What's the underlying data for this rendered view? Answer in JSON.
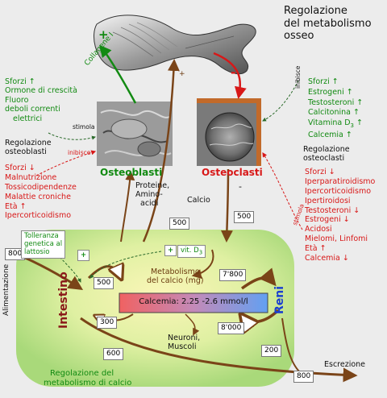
{
  "title_lines": [
    "Regolazione",
    "del metabolismo",
    "osseo"
  ],
  "labels": {
    "collagene": "Collagene I",
    "plus_osteoblast_bone": "+",
    "minus_osteoclast_bone": "-",
    "plus_small_bone": "+",
    "osteoblasti": "Osteoblasti",
    "osteoclasti": "Osteoclasti",
    "stimola_left": "stimola",
    "inibisce_left": "inibisce",
    "inibisce_right": "inibisce",
    "stimola_right": "stimola",
    "proteine_lines": [
      "Proteine,",
      "Amino-",
      "acidi"
    ],
    "calcio": "Calcio",
    "minus_osteoclast_flow": "-",
    "metabolismo_lines": [
      "Metabolismo",
      "del calcio (mg)"
    ],
    "calcemia": "Calcemia: 2.25 -2.6 mmol/l",
    "intestino": "Intestino",
    "reni": "Reni",
    "neuroni_lines": [
      "Neuroni,",
      "Muscoli"
    ],
    "alimentazione": "Alimentazione",
    "escrezione": "Escrezione",
    "tolleranza_lines": [
      "Tolleranza",
      "genetica al",
      "lattosio"
    ],
    "plus_tolleranza": "+",
    "plus_vit": "+",
    "vit_d3_prefix": "vit. D",
    "vit_d3_sub": "3",
    "regolazione_calcio_lines": [
      "Regolazione del",
      "metabolismo di calcio"
    ]
  },
  "left_green_list": [
    "Sforzi ↑",
    "Ormone di crescità",
    "Fluoro",
    "deboli correnti",
    "elettrici"
  ],
  "left_black_head": [
    "Regolazione",
    "osteoblasti"
  ],
  "left_red_list": [
    "Sforzi ↓",
    "Malnutrizione",
    "Tossicodipendenze",
    "Malattie croniche",
    "Età ↑",
    "Ipercorticoidismo"
  ],
  "right_green_list": [
    "Sforzi ↑",
    "Estrogeni ↑",
    "Testosteroni ↑",
    "Calcitonina ↑",
    "Calcemia ↑"
  ],
  "right_vitd": {
    "prefix": "Vitamina D",
    "sub": "3",
    "suffix": " ↑"
  },
  "right_black_head": [
    "Regolazione",
    "osteoclasti"
  ],
  "right_red_list": [
    "Sforzi ↓",
    "Iperparatiroidismo",
    "Ipercorticoidismo",
    "Ipertiroidosi",
    "Testosteroni ↓",
    "Estrogeni ↓",
    "Acidosi",
    "Mielomi, Linfomi",
    "Età ↑",
    "Calcemia ↓"
  ],
  "numbers": {
    "n800_in": "800",
    "n500_left": "500",
    "n500_calcio": "500",
    "n500_right": "500",
    "n300": "300",
    "n600": "600",
    "n7800": "7'800",
    "n8000": "8'000",
    "n200": "200",
    "n800_out": "800"
  },
  "colors": {
    "green": "#128a12",
    "red": "#d81818",
    "brown": "#7a4418",
    "zone_green": "#b9e28a",
    "zone_yellow": "#f5efa6",
    "calcemia_left": "#f06a6a",
    "calcemia_right": "#6fa4f0",
    "reni_blue": "#1a3fd0"
  }
}
